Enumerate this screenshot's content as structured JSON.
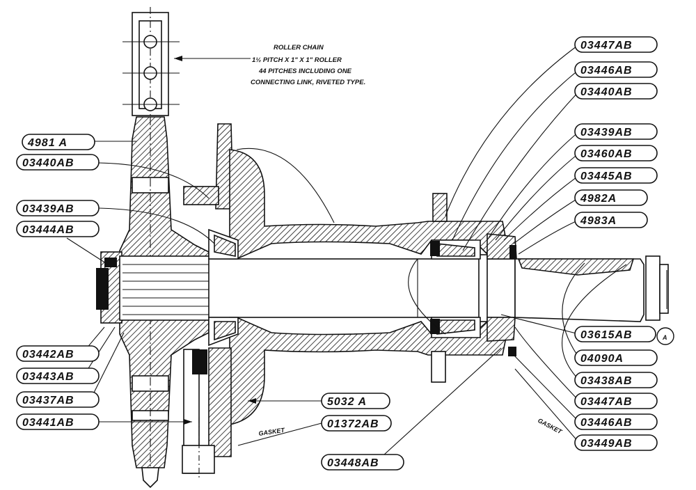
{
  "drawing": {
    "note_lines": [
      "ROLLER CHAIN",
      "1½ PITCH X 1\" X 1\" ROLLER",
      "44 PITCHES INCLUDING ONE",
      "CONNECTING LINK, RIVETED TYPE."
    ],
    "gasket_labels": [
      "GASKET",
      "GASKET"
    ],
    "circle_marker": "A",
    "callouts_left": [
      "4981 A",
      "03440AB",
      "03439AB",
      "03444AB",
      "03442AB",
      "03443AB",
      "03437AB",
      "03441AB"
    ],
    "callouts_center": [
      "5032 A",
      "01372AB",
      "03448AB"
    ],
    "callouts_right": [
      "03447AB",
      "03446AB",
      "03440AB",
      "03439AB",
      "03460AB",
      "03445AB",
      "4982A",
      "4983A",
      "03615AB",
      "04090A",
      "03438AB",
      "03447AB",
      "03446AB",
      "03449AB"
    ]
  }
}
